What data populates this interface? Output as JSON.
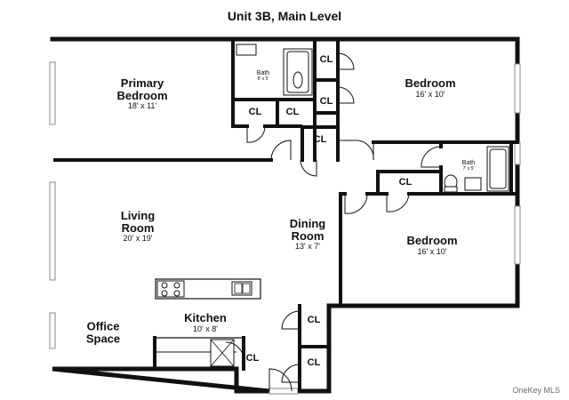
{
  "title": "Unit 3B, Main Level",
  "watermark": "OneKey MLS",
  "rooms": {
    "primary_bedroom": {
      "name": "Primary\nBedroom",
      "dim": "18' x 11'"
    },
    "bath_1": {
      "name": "Bath",
      "dim": "8' x 5'"
    },
    "bedroom_ne": {
      "name": "Bedroom",
      "dim": "16' x 10'"
    },
    "bath_2": {
      "name": "Bath",
      "dim": "7' x 5'"
    },
    "living_room": {
      "name": "Living\nRoom",
      "dim": "20' x 19'"
    },
    "dining_room": {
      "name": "Dining\nRoom",
      "dim": "13' x 7'"
    },
    "bedroom_se": {
      "name": "Bedroom",
      "dim": "16' x 10'"
    },
    "kitchen": {
      "name": "Kitchen",
      "dim": "10' x 8'"
    },
    "office_space": {
      "name": "Office\nSpace"
    }
  },
  "closet_label": "CL"
}
